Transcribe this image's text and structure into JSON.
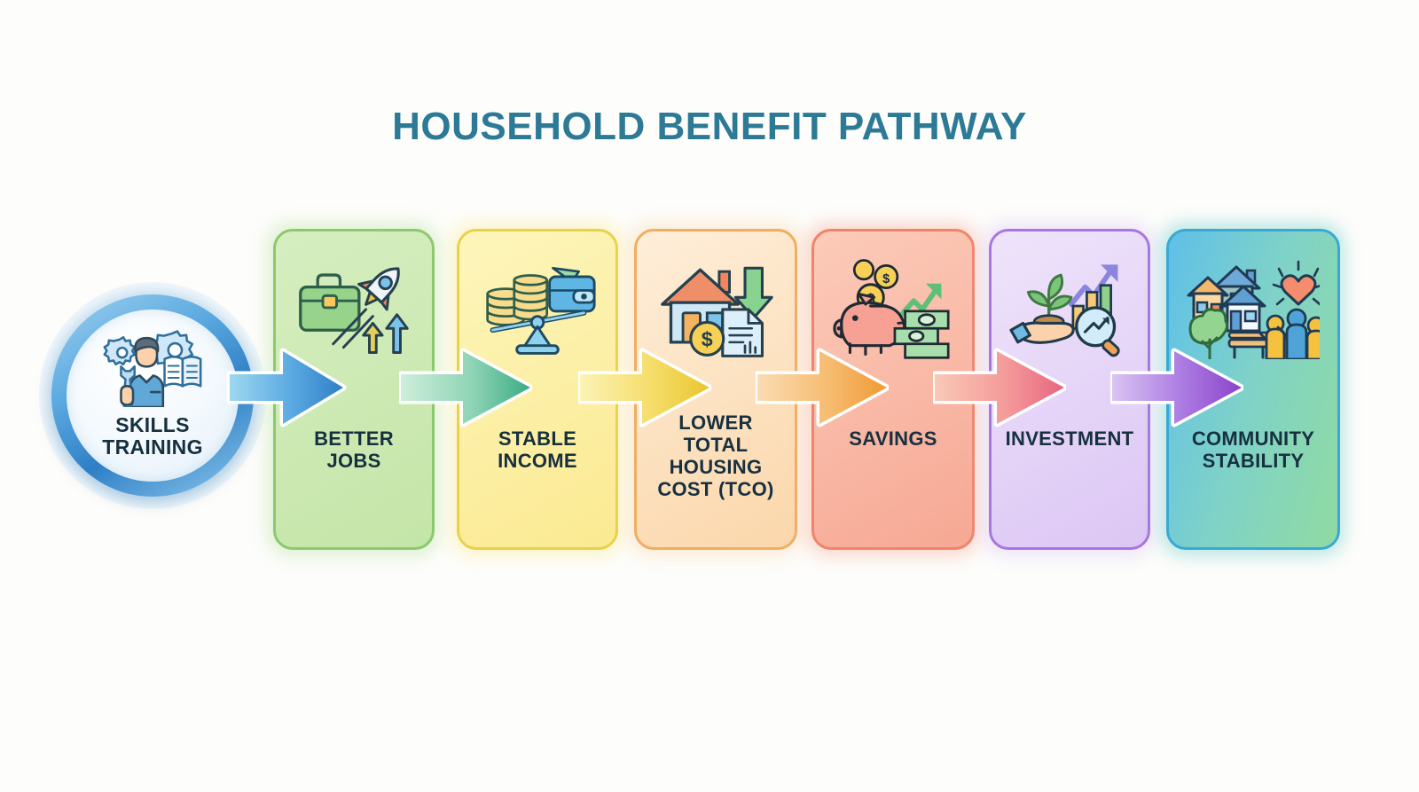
{
  "page": {
    "title": "HOUSEHOLD BENEFIT PATHWAY",
    "title_color": "#2c7a96",
    "background_color": "#fdfdfb",
    "label_color": "#17303f"
  },
  "start_node": {
    "label_line1": "SKILLS",
    "label_line2": "TRAINING",
    "icon": "worker-gears-book-icon",
    "ring_color": "#2f7fc6",
    "inner_color": "#eef7fd"
  },
  "steps": [
    {
      "id": "better-jobs",
      "label_line1": "BETTER",
      "label_line2": "JOBS",
      "label_line3": "",
      "label_line4": "",
      "icon": "briefcase-rocket-arrows-icon",
      "fill_start": "#cfeab0",
      "fill_end": "#bfe3a6",
      "border_color": "#8cc96e",
      "arrow_from": "#9dd7ef",
      "arrow_to": "#2f7fc6",
      "arrow_name": "arrow-skills-to-better-jobs"
    },
    {
      "id": "stable-income",
      "label_line1": "STABLE",
      "label_line2": "INCOME",
      "label_line3": "",
      "label_line4": "",
      "icon": "coins-scale-wallet-icon",
      "fill_start": "#fcf2ae",
      "fill_end": "#fbeb95",
      "border_color": "#e9d14a",
      "arrow_from": "#bce8cd",
      "arrow_to": "#3bab87",
      "arrow_name": "arrow-better-jobs-to-stable-income"
    },
    {
      "id": "lower-total-housing-cost",
      "label_line1": "LOWER",
      "label_line2": "TOTAL",
      "label_line3": "HOUSING",
      "label_line4": "COST (TCO)",
      "icon": "house-down-arrow-dollar-doc-icon",
      "fill_start": "#fde3c3",
      "fill_end": "#fbd9ae",
      "border_color": "#f0ae63",
      "arrow_from": "#f8ea9a",
      "arrow_to": "#e9c62f",
      "arrow_name": "arrow-stable-income-to-housing-cost"
    },
    {
      "id": "savings",
      "label_line1": "SAVINGS",
      "label_line2": "",
      "label_line3": "",
      "label_line4": "",
      "icon": "piggy-bank-coins-cash-icon",
      "fill_start": "#fab9a6",
      "fill_end": "#f7ae9c",
      "border_color": "#ef8468",
      "arrow_from": "#fad2ab",
      "arrow_to": "#f09a35",
      "arrow_name": "arrow-housing-cost-to-savings"
    },
    {
      "id": "investment",
      "label_line1": "INVESTMENT",
      "label_line2": "",
      "label_line3": "",
      "label_line4": "",
      "icon": "hand-plant-chart-magnifier-icon",
      "fill_start": "#e6d6f7",
      "fill_end": "#ddc9f4",
      "border_color": "#a876e0",
      "arrow_from": "#f8bcae",
      "arrow_to": "#e8657f",
      "arrow_name": "arrow-savings-to-investment"
    },
    {
      "id": "community-stability",
      "label_line1": "COMMUNITY",
      "label_line2": "STABILITY",
      "label_line3": "",
      "label_line4": "",
      "icon": "houses-heart-tree-family-icon",
      "fill_start": "#5fc0e8",
      "fill_end": "#8ddba6",
      "border_color": "#3aa8d4",
      "arrow_from": "#cbb1ee",
      "arrow_to": "#8b44c9",
      "arrow_name": "arrow-investment-to-community-stability"
    }
  ],
  "chart_data": {
    "type": "flow-diagram",
    "title": "HOUSEHOLD BENEFIT PATHWAY",
    "orientation": "left-to-right",
    "start": "SKILLS TRAINING",
    "sequence": [
      "SKILLS TRAINING",
      "BETTER JOBS",
      "STABLE INCOME",
      "LOWER TOTAL HOUSING COST (TCO)",
      "SAVINGS",
      "INVESTMENT",
      "COMMUNITY STABILITY"
    ],
    "step_count": 7,
    "connector_count": 6
  }
}
